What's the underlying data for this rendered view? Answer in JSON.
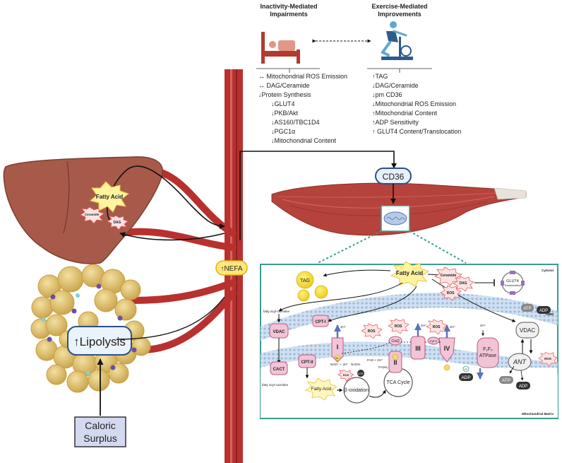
{
  "inactivity": {
    "header_line1": "Inactivity-Mediated",
    "header_line2": "Impairments",
    "items": [
      "↔ Mitochondrial ROS Emission",
      "↔ DAG/Ceramide",
      "↓Protein Synthesis",
      "↓GLUT4",
      "↓PKB/Akt",
      "↓AS160/TBC1D4",
      "↓PGC1α",
      "↓Mitochondrial Content"
    ]
  },
  "exercise": {
    "header_line1": "Exercise-Mediated",
    "header_line2": "Improvements",
    "items": [
      "↑TAG",
      "↓DAG/Ceramide",
      "↓pm CD36",
      "↓Mitochondrial ROS Emission",
      "↑Mitochondrial Content",
      "↑ADP Sensitivity",
      "↑ GLUT4 Content/Translocation"
    ]
  },
  "liver": {
    "fatty_acid": "Fatty Acid",
    "ceramide": "Ceramide",
    "dag": "DAG"
  },
  "adipose": {
    "lipolysis": "↑Lipolysis"
  },
  "caloric": {
    "line1": "Caloric",
    "line2": "Surplus"
  },
  "nefa": "↑NEFA",
  "cd36": "CD36",
  "mito": {
    "cytosol": "Cytosol",
    "matrix": "Mitochondrial Matrix",
    "omm": "OMM",
    "imm": "IMM",
    "fatty_acid_top": "Fatty Acid",
    "tag": "TAG",
    "ceramide": "Ceramide",
    "dag": "DAG",
    "ros": "ROS",
    "glut4_line1": "GLUT4",
    "glut4_line2": "Translocation",
    "fatty_acyl_carnitine": "fatty acyl-carnitine",
    "fatty_acyl_carnitine2": "fatty acyl-carnitine",
    "cpt1": "CPT-I",
    "cpt2": "CPT-II",
    "vdac": "VDAC",
    "vdac_right": "VDAC",
    "cact": "CACT",
    "complex1": "I",
    "complex2": "II",
    "complex3": "III",
    "complex4": "IV",
    "coq": "CoQ",
    "cytc": "Cyt C",
    "atpase_line1": "F₁F₀",
    "atpase_line2": "ATPase",
    "ant": "ANT",
    "atp": "ATP",
    "adp": "ADP",
    "pi": "Pi",
    "h4": "4H⁺",
    "h2": "2H⁺",
    "e": "2e⁻",
    "nad": "NAD⁺ + 2H⁺",
    "nadh": "NADH",
    "fad": "FAD + 2H⁺",
    "fadh2": "FADH₂",
    "fatty_acid_matrix": "Fatty Acid",
    "beta_ox": "β-oxidation",
    "tca": "TCA Cycle",
    "etf": "ETF"
  },
  "colors": {
    "vessel": "#b8312f",
    "liver": "#a85a4a",
    "muscle": "#b5433c",
    "mito_border": "#3a9c8f",
    "membrane": "#c9dcef",
    "complex": "#f2c4d6",
    "caloric_box": "#d3d9f0"
  }
}
